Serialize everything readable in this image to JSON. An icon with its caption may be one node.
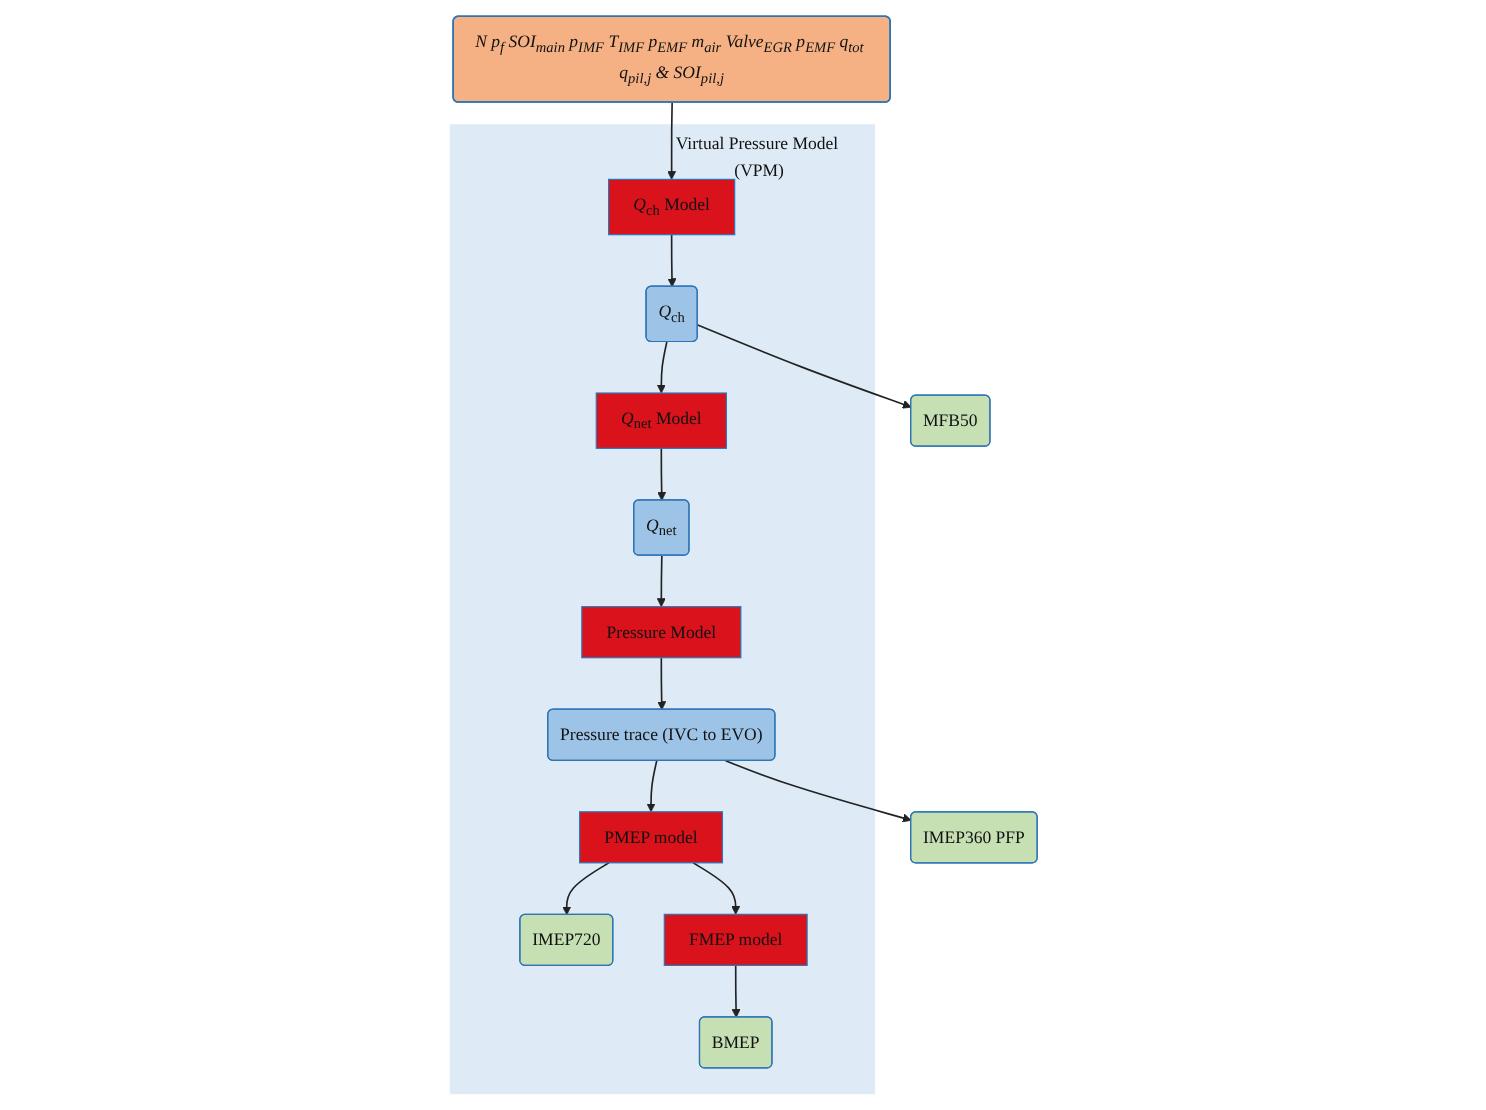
{
  "diagram": {
    "nodes": [
      {
        "text": [
          "N p$_{f}$ SOI$_{main}$ p$_{IMF}$ T$_{IMF}$ p$_{EMF}$ m$_{air}$ Valve$_{EGR}$ p$_{EMF}$ q$_{tot}$ q$_{pil,j}$ & SOI$_{pil,j}$"
        ]
      },
      {
        "text": [
          "MFB50"
        ]
      },
      {
        "text": [
          "Virtual Pressure Model (VPM)"
        ]
      },
      {
        "text": [
          "*Q*$_{ch}$ Model"
        ],
        "in": 2
      },
      {
        "text": [
          "*Q*$_{ch}$"
        ],
        "in": 2
      },
      {
        "text": [
          "*Q*$_{net}$ Model"
        ],
        "in": 2
      },
      {
        "text": [
          "IMEP360 PFP"
        ]
      },
      {
        "text": [
          "Pressure trace (IVC to EVO)"
        ],
        "in": 2
      },
      {
        "text": [
          "Pressure Model"
        ],
        "in": 2
      },
      {
        "text": [
          "*Q*$_{net}$"
        ],
        "in": 2
      },
      {
        "text": [
          "PMEP model"
        ],
        "in": 2
      },
      {
        "text": [
          "IMEP720"
        ],
        "in": 2
      },
      {
        "text": [
          "FMEP model"
        ],
        "in": 2
      },
      {
        "text": [
          "BMEP"
        ],
        "in": 2
      }
    ],
    "edges": [
      {
        "from": 0,
        "to": 3,
        "arrow": "to"
      },
      {
        "from": 3,
        "to": 4,
        "arrow": "to"
      },
      {
        "from": 4,
        "to": 1,
        "arrow": "to"
      },
      {
        "from": 4,
        "to": 5,
        "arrow": "to"
      },
      {
        "from": 5,
        "to": 9,
        "arrow": "to"
      },
      {
        "from": 9,
        "to": 8,
        "arrow": "to"
      },
      {
        "from": 8,
        "to": 7,
        "arrow": "to"
      },
      {
        "from": 7,
        "to": 6,
        "arrow": "to"
      },
      {
        "from": 7,
        "to": 10,
        "arrow": "to"
      },
      {
        "from": 10,
        "to": 11,
        "arrow": "to"
      },
      {
        "from": 10,
        "to": 12,
        "arrow": "to"
      },
      {
        "from": 12,
        "to": 13,
        "arrow": "to"
      }
    ]
  }
}
